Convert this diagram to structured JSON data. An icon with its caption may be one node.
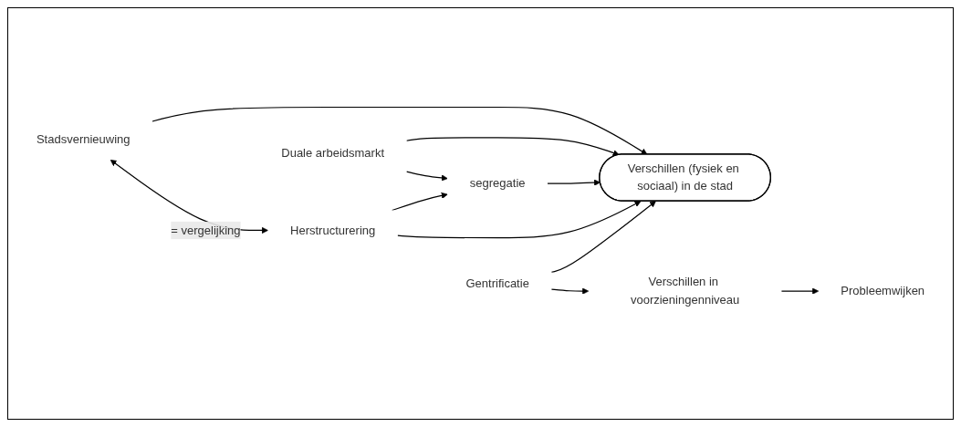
{
  "diagram": {
    "nodes": [
      {
        "text": [
          "Stadsvernieuwing"
        ]
      },
      {
        "text": [
          "Duale arbeidsmarkt"
        ]
      },
      {
        "text": [
          "segregatie"
        ]
      },
      {
        "text": [
          "Herstructurering"
        ]
      },
      {
        "text": [
          "Probleemwijken"
        ]
      },
      {
        "text": [
          "Verschillen (fysiek en sociaal) in de stad"
        ]
      },
      {
        "text": [
          "Gentrificatie"
        ]
      },
      {
        "text": [
          "Verschillen in voorzieningenniveau"
        ]
      }
    ],
    "edges": [
      {
        "from": 0,
        "to": 5,
        "arrow": "to"
      },
      {
        "from": 1,
        "to": 2,
        "arrow": "to"
      },
      {
        "from": 3,
        "to": 2,
        "arrow": "to"
      },
      {
        "from": 0,
        "to": 3,
        "arrow": "both",
        "label": "= vergelijking"
      },
      {
        "from": 1,
        "to": 5,
        "arrow": "to"
      },
      {
        "from": 2,
        "to": 5,
        "arrow": "to"
      },
      {
        "from": 3,
        "to": 5,
        "arrow": "to"
      },
      {
        "from": 6,
        "to": 5,
        "arrow": "to"
      },
      {
        "from": 6,
        "to": 7,
        "arrow": "to"
      },
      {
        "from": 7,
        "to": 4,
        "arrow": "to"
      }
    ]
  }
}
